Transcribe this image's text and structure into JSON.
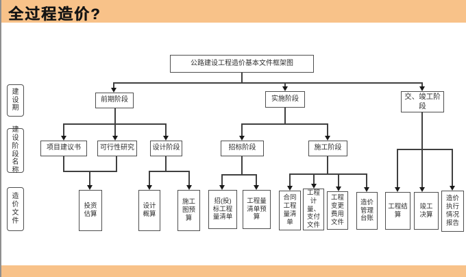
{
  "header": {
    "title": "全过程造价?"
  },
  "colors": {
    "accent_orange": "#F8C289",
    "line_gray": "#3f3f3f",
    "box_border": "#4d4d4d"
  },
  "side_labels": {
    "period": "建设期",
    "stage_names": "建设阶段名称",
    "cost_docs": "造价文件"
  },
  "nodes": {
    "root": "公路建设工程造价基本文件框架图",
    "early_stage": "前期阶段",
    "impl_stage": "实施阶段",
    "handover_stage": "交、竣工阶段",
    "project_proposal": "项目建议书",
    "feasibility_study": "可行性研究",
    "design_stage": "设计阶段",
    "bidding_stage": "招标阶段",
    "construction_stage": "施工阶段",
    "investment_estimate": "投资估算",
    "design_budget": "设计概算",
    "construction_drawing_budget": "施工图预算",
    "bid_boq": "招(投)标工程量清单",
    "boq_budget": "工程量清单预算",
    "contract_boq": "合同工程量清单",
    "measurement_payment_docs": "工程计量、支付文件",
    "change_cost_docs": "工程变更费用文件",
    "cost_ledger": "造价管理台账",
    "settlement": "工程结算",
    "final_accounts": "竣工决算",
    "execution_report": "造价执行情况报告"
  },
  "edges": [
    [
      "root",
      "early_stage"
    ],
    [
      "root",
      "impl_stage"
    ],
    [
      "root",
      "handover_stage"
    ],
    [
      "early_stage",
      "project_proposal"
    ],
    [
      "early_stage",
      "feasibility_study"
    ],
    [
      "early_stage",
      "design_stage"
    ],
    [
      "impl_stage",
      "bidding_stage"
    ],
    [
      "impl_stage",
      "construction_stage"
    ],
    [
      "project_proposal",
      "investment_estimate"
    ],
    [
      "feasibility_study",
      "investment_estimate"
    ],
    [
      "design_stage",
      "design_budget"
    ],
    [
      "design_stage",
      "construction_drawing_budget"
    ],
    [
      "bidding_stage",
      "bid_boq"
    ],
    [
      "bidding_stage",
      "boq_budget"
    ],
    [
      "construction_stage",
      "contract_boq"
    ],
    [
      "construction_stage",
      "measurement_payment_docs"
    ],
    [
      "construction_stage",
      "change_cost_docs"
    ],
    [
      "construction_stage",
      "cost_ledger"
    ],
    [
      "handover_stage",
      "settlement"
    ],
    [
      "handover_stage",
      "final_accounts"
    ],
    [
      "handover_stage",
      "execution_report"
    ]
  ]
}
